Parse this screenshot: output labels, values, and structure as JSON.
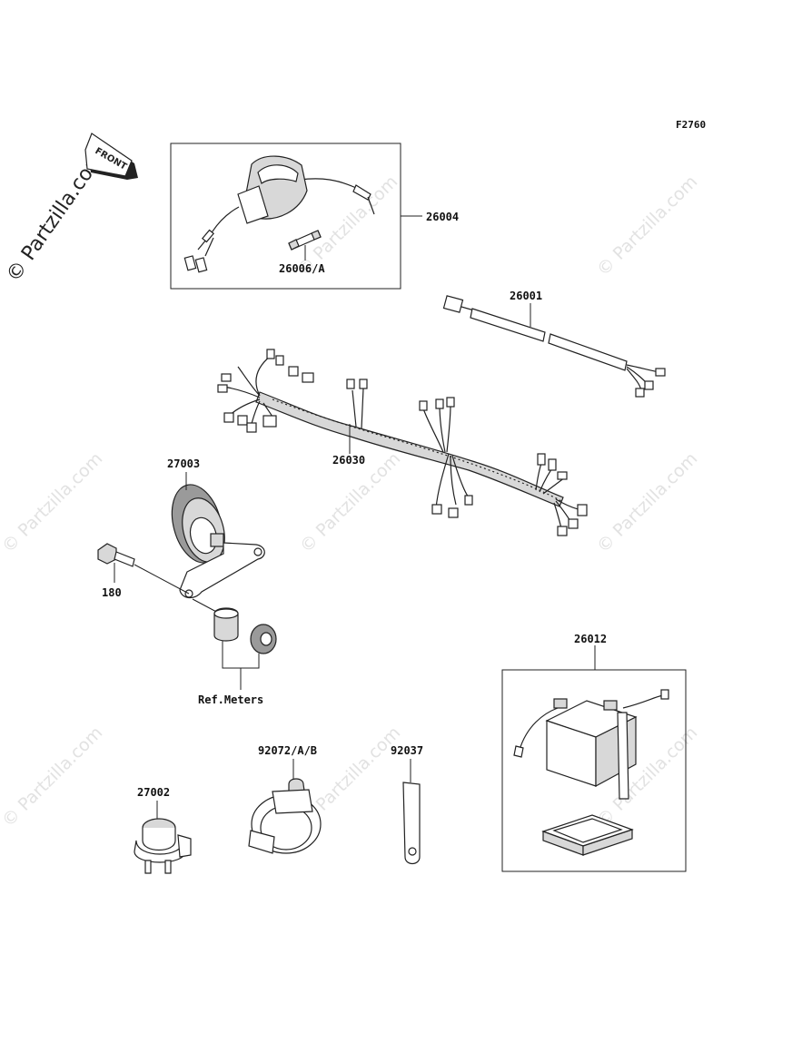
{
  "figure_code": "F2760",
  "watermark": "© Partzilla.com",
  "front_arrow": "FRONT",
  "parts": [
    {
      "id": "cdi",
      "label": "26004"
    },
    {
      "id": "fuse",
      "label": "26006/A"
    },
    {
      "id": "sub-harness",
      "label": "26001"
    },
    {
      "id": "main-harness",
      "label": "26030"
    },
    {
      "id": "horn",
      "label": "27003"
    },
    {
      "id": "bolt",
      "label": "180"
    },
    {
      "id": "ref-meters",
      "label": "Ref.Meters"
    },
    {
      "id": "battery",
      "label": "26012"
    },
    {
      "id": "band",
      "label": "92072/A/B"
    },
    {
      "id": "strap",
      "label": "92037"
    },
    {
      "id": "switch",
      "label": "27002"
    }
  ]
}
